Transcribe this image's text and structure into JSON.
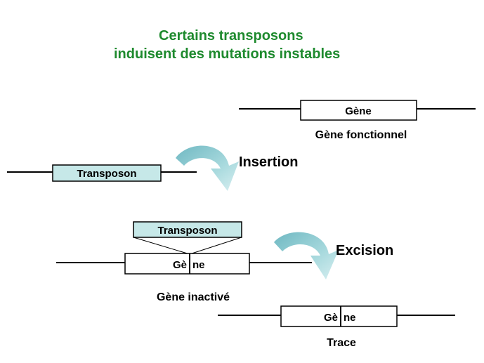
{
  "title": {
    "line1": "Certains transposons",
    "line2": "induisent des mutations instables"
  },
  "gene_functional": {
    "box_label": "Gène",
    "caption": "Gène fonctionnel"
  },
  "transposon_free": {
    "box_label": "Transposon"
  },
  "insertion": {
    "label": "Insertion"
  },
  "gene_inactive": {
    "transposon_label": "Transposon",
    "box_left": "Gè",
    "box_right": "ne",
    "caption": "Gène inactivé"
  },
  "excision": {
    "label": "Excision"
  },
  "gene_trace": {
    "box_left": "Gè",
    "box_right": "ne",
    "caption": "Trace"
  },
  "colors": {
    "title_green": "#1e8a2e",
    "transposon_fill": "#c6e8e8",
    "arrow_teal": "#9fd3d8"
  }
}
